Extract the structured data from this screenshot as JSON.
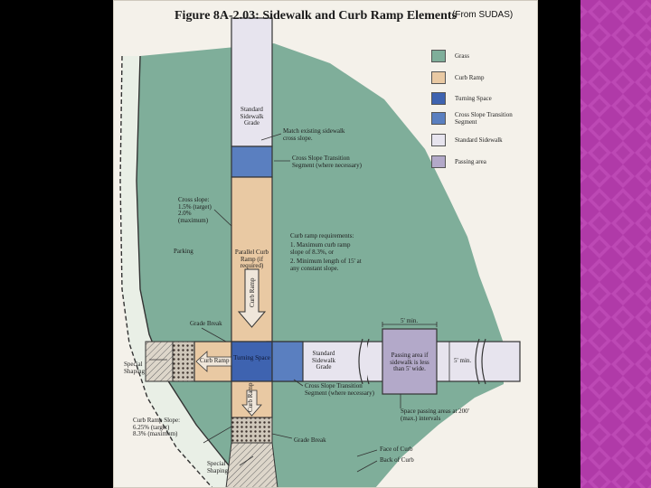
{
  "title": "Figure 8A-2.03:  Sidewalk and Curb Ramp Elements",
  "source": "(From SUDAS)",
  "legend": [
    {
      "label": "Grass",
      "color": "#7fae9a"
    },
    {
      "label": "Curb Ramp",
      "color": "#e9c9a3"
    },
    {
      "label": "Turning Space",
      "color": "#3e63b0"
    },
    {
      "label": "Cross Slope Transition Segment",
      "color": "#5a7fc0"
    },
    {
      "label": "Standard Sidewalk",
      "color": "#e7e4ee"
    },
    {
      "label": "Passing area",
      "color": "#b3a9c9"
    }
  ],
  "labels": {
    "standard_sidewalk_grade_top": "Standard Sidewalk Grade",
    "match_existing": "Match existing sidewalk cross slope.",
    "cross_slope_transition_top": "Cross Slope Transition Segment (where necessary)",
    "cross_slope_left": "Cross slope: 1.5% (target) 2.0% (maximum)",
    "curb_ramp_requirements": "Curb ramp requirements:",
    "req_1": "1. Maximum curb ramp slope of 8.3%, or",
    "req_2": "2. Minimum length of 15' at any constant slope.",
    "parking": "Parking",
    "parallel_curb_ramp": "Parallel Curb Ramp (if required)",
    "curb_ramp_vertical": "Curb Ramp",
    "grade_break_top": "Grade Break",
    "five_min_top": "5' min.",
    "special_shaping_left": "Special Shaping",
    "curb_ramp_left": "Curb Ramp",
    "turning_space": "Turning Space",
    "standard_sidewalk_grade_mid": "Standard Sidewalk Grade",
    "passing_area": "Passing area if sidewalk is less than 5' wide.",
    "five_min_right": "5' min.",
    "cross_slope_transition_bottom": "Cross Slope Transition Segment (where necessary)",
    "space_passing": "Space passing areas at 200' (max.) intervals",
    "curb_ramp_slope": "Curb Ramp Slope: 6.25% (target) 8.3% (maximum)",
    "curb_ramp_bottom": "Curb Ramp",
    "grade_break_bottom": "Grade Break",
    "special_shaping_bottom": "Special Shaping",
    "face_of_curb": "Face of Curb",
    "back_of_curb": "Back of Curb"
  }
}
